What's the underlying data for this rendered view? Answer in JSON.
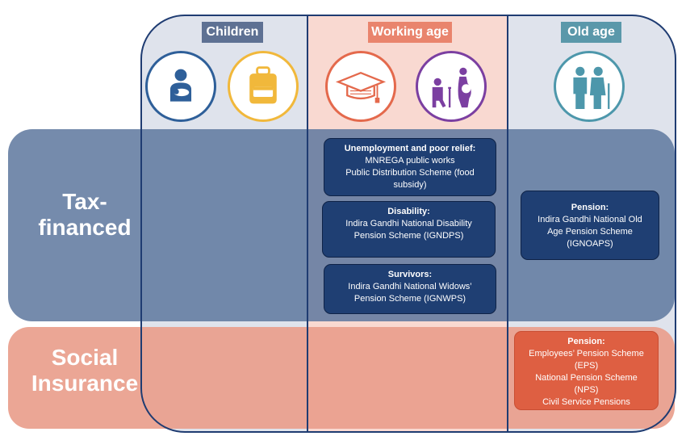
{
  "columns": {
    "children": {
      "label": "Children",
      "icons": [
        "mother-baby-icon",
        "school-bag-icon"
      ]
    },
    "working_age": {
      "label": "Working age",
      "icons": [
        "graduation-cap-icon",
        "disabled-worker-pregnant-icon"
      ]
    },
    "old_age": {
      "label": "Old age",
      "icons": [
        "elderly-couple-icon"
      ]
    }
  },
  "rows": {
    "tax_financed": {
      "label_line1": "Tax-",
      "label_line2": "financed"
    },
    "social_insurance": {
      "label_line1": "Social",
      "label_line2": "Insurance"
    }
  },
  "boxes": {
    "unemployment": {
      "title": "Unemployment and poor relief:",
      "lines": [
        "MNREGA public works",
        "Public Distribution Scheme (food",
        "subsidy)"
      ]
    },
    "disability": {
      "title": "Disability:",
      "lines": [
        "Indira Gandhi National Disability",
        "Pension Scheme (IGNDPS)"
      ]
    },
    "survivors": {
      "title": "Survivors:",
      "lines": [
        "Indira Gandhi National Widows’",
        "Pension Scheme (IGNWPS)"
      ]
    },
    "old_age_tax": {
      "title": "Pension:",
      "lines": [
        "Indira Gandhi National Old",
        "Age Pension Scheme",
        "(IGNOAPS)"
      ]
    },
    "old_age_social": {
      "title": "Pension:",
      "lines": [
        "Employees’ Pension Scheme",
        "(EPS)",
        "National Pension Scheme",
        "(NPS)",
        "Civil Service Pensions"
      ]
    }
  },
  "colors": {
    "navy": "#1f3f73",
    "tax_band": "#607aa0",
    "social_band": "#e99e8c",
    "children_header": "#5e7193",
    "working_header": "#e9846d",
    "old_header": "#5a98aa",
    "social_box": "#de5f42"
  }
}
